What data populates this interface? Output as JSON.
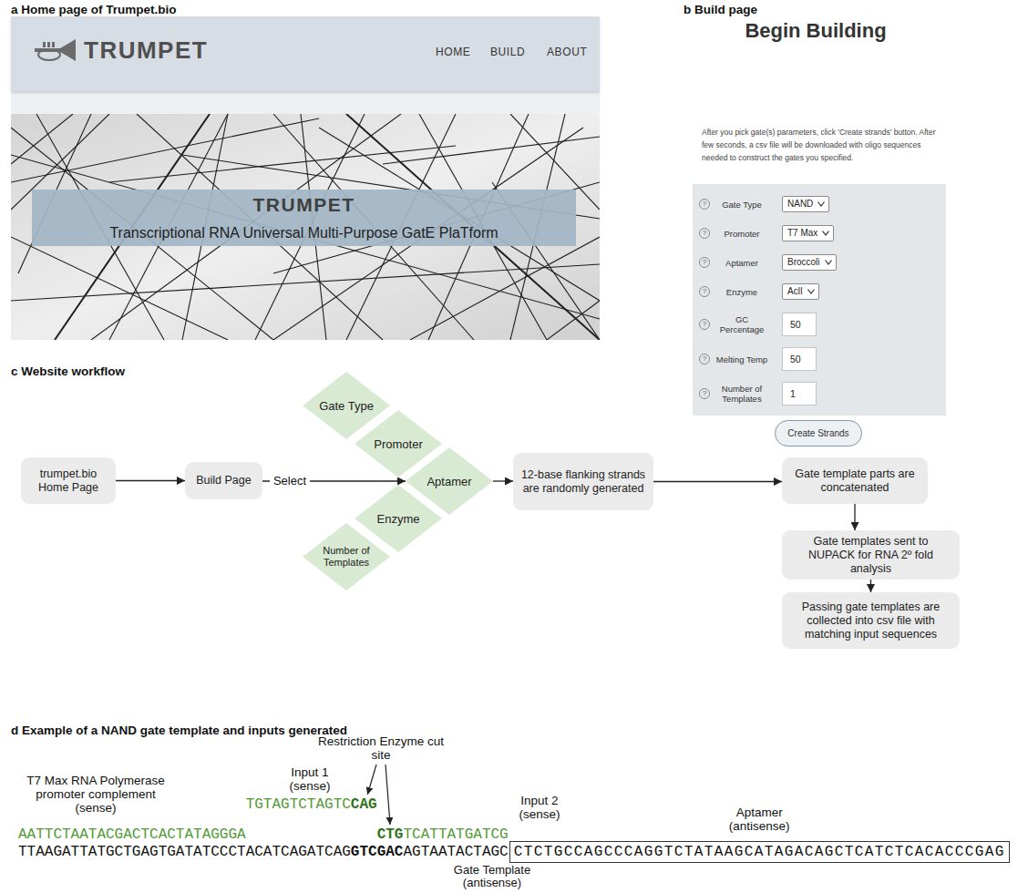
{
  "diagram": {
    "nodes": [
      {
        "text": [
          "TRUMPET",
          "HOME",
          "BUILD",
          "ABOUT"
        ]
      },
      {
        "text": [
          "TRUMPET",
          "Transcriptional RNA Universal Multi-Purpose GatE PlaTform"
        ]
      },
      {
        "text": [
          "Gate Type",
          "Promoter",
          "Aptamer",
          "Enzyme",
          "GC Percentage",
          "Melting Temp",
          "Number of Templates"
        ]
      },
      {
        "text": [
          "NAND"
        ],
        "in": 2
      },
      {
        "text": [
          "T7 Max"
        ],
        "in": 2
      },
      {
        "text": [
          "Broccoli"
        ],
        "in": 2
      },
      {
        "text": [
          "AclI"
        ],
        "in": 2
      },
      {
        "text": [
          "50"
        ],
        "in": 2
      },
      {
        "text": [
          "50"
        ],
        "in": 2
      },
      {
        "text": [
          "1"
        ],
        "in": 2
      },
      {
        "text": [
          "Create Strands"
        ]
      },
      {
        "text": [
          "trumpet.bio Home Page"
        ]
      },
      {
        "text": [
          "Build Page"
        ]
      },
      {
        "text": [
          "Gate Type"
        ]
      },
      {
        "text": [
          "Promoter"
        ]
      },
      {
        "text": [
          "Aptamer"
        ]
      },
      {
        "text": [
          "Enzyme"
        ]
      },
      {
        "text": [
          "Number of Templates"
        ]
      },
      {
        "text": [
          "12-base flanking strands are randomly generated"
        ]
      },
      {
        "text": [
          "Gate template parts are concatenated"
        ]
      },
      {
        "text": [
          "Gate templates sent to NUPACK for RNA 2º fold analysis"
        ]
      },
      {
        "text": [
          "Passing gate templates are collected into csv file with matching input sequences"
        ]
      },
      {
        "text": [
          "CTCTGCCAGCCCAGGTCTATAAGCATAGACAGCTCATCTCACACCCGAG"
        ]
      }
    ],
    "edges": [
      {
        "from": 11,
        "to": 12,
        "arrow": "to"
      },
      {
        "from": 12,
        "to": 15,
        "label": "Select",
        "arrow": "to"
      },
      {
        "from": 15,
        "to": 18,
        "arrow": "to"
      },
      {
        "from": 18,
        "to": 19,
        "arrow": "to"
      },
      {
        "from": 19,
        "to": 20,
        "arrow": "to"
      },
      {
        "from": 20,
        "to": 21,
        "arrow": "to"
      }
    ],
    "labels": [
      "a Home page of Trumpet.bio",
      "b Build page",
      "Begin Building",
      "After you pick gate(s) parameters, click 'Create strands' button. After few seconds, a csv file will be downloaded with oligo sequences needed to construct the gates you specified.",
      "?",
      "?",
      "?",
      "?",
      "?",
      "?",
      "?",
      "c Website workflow",
      "d Example of a NAND gate template and inputs generated",
      "Restriction Enzyme cut site",
      "T7 Max RNA Polymerase promoter complement (sense)",
      "Input 1 (sense)",
      "TGTAGTCTAGTC",
      "CAG",
      "Input 2 (sense)",
      "CTG",
      "TCATTATGATCG",
      "Aptamer (antisense)",
      "AATTCTAATACGACTCACTATAGGGA",
      "TTAAGATTATGCTGAGTGATATCCCTACATCAGATCAG",
      "GTCGAC",
      "AGTAATACTAGC",
      "Gate Template (antisense)"
    ]
  }
}
